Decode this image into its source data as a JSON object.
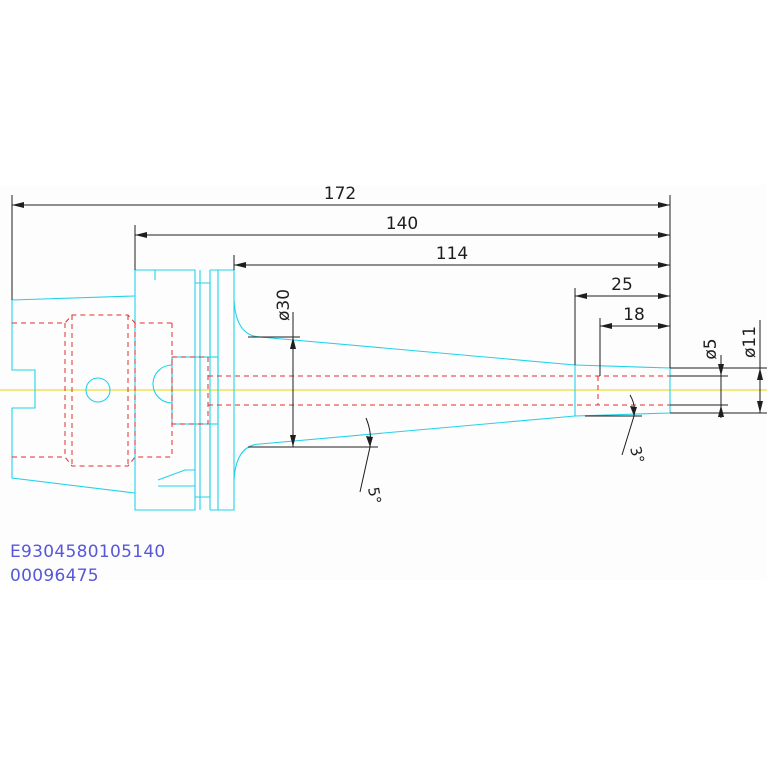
{
  "drawing": {
    "dimensions": {
      "overall_length": "172",
      "flange_to_tip": "140",
      "taper_to_tip": "114",
      "tip_section": "25",
      "tip_bore": "18",
      "dia_30": "ø30",
      "dia_5": "ø5",
      "dia_11": "ø11"
    },
    "angles": {
      "taper_angle": "5°",
      "tip_angle": "3°"
    },
    "codes": {
      "part_number": "E9304580105140",
      "serial": "00096475"
    },
    "colors": {
      "outline": "#22d3e8",
      "hidden_lines": "#e03030",
      "dimensions": "#1e1e1e",
      "center_axis": "#e8d800",
      "code_text": "#5757d8"
    }
  }
}
